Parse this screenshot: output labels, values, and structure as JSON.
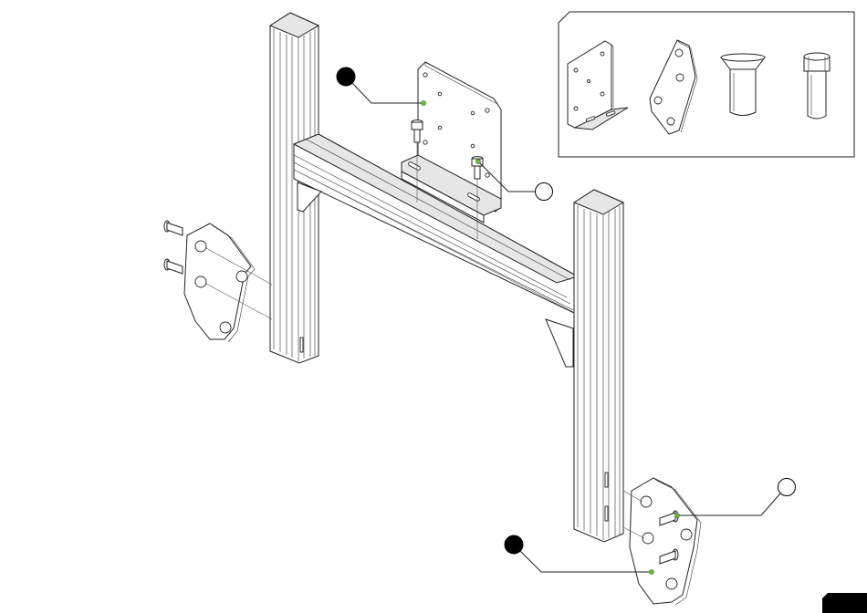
{
  "colors": {
    "line": "#222222",
    "callout_filled": "#000000",
    "attach_point": "#6abf3a",
    "background": "#ffffff"
  },
  "callouts": [
    {
      "style": "filled"
    },
    {
      "style": "open"
    },
    {
      "style": "open"
    },
    {
      "style": "filled"
    }
  ],
  "parts_legend": [
    "bracket-plate-icon",
    "side-plate-icon",
    "countersunk-screw-icon",
    "socket-cap-screw-icon"
  ]
}
